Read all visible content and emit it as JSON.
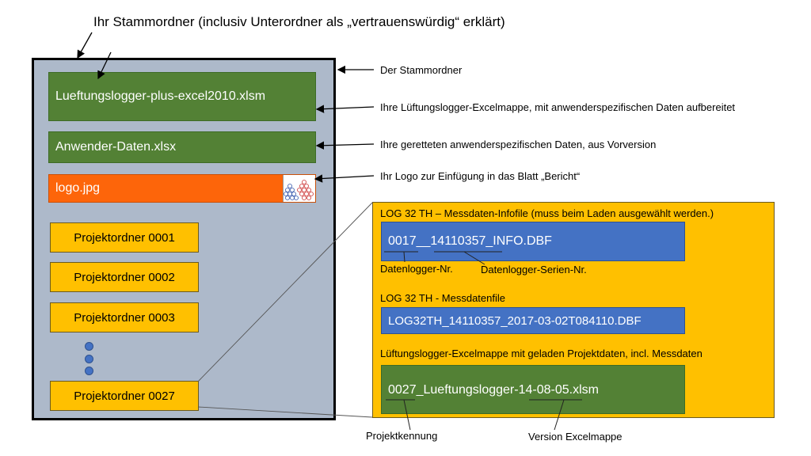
{
  "title": "Ihr Stammordner (inclusiv Unterordner als „vertrauenswürdig“ erklärt)",
  "files": {
    "excel": "Lueftungslogger-plus-excel2010.xlsm",
    "userdata": "Anwender-Daten.xlsx",
    "logo": "logo.jpg"
  },
  "projects": [
    "Projektordner  0001",
    "Projektordner  0002",
    "Projektordner  0003",
    "Projektordner  0027"
  ],
  "annotations": {
    "root": "Der Stammordner",
    "excel": "Ihre Lüftungslogger-Excelmappe, mit anwenderspezifischen Daten aufbereitet",
    "userdata": "Ihre geretteten anwenderspezifischen Daten, aus Vorversion",
    "logo": "Ihr Logo zur Einfügung in das Blatt „Bericht“"
  },
  "detail": {
    "info_heading": "LOG 32 TH – Messdaten-Infofile (muss beim Laden ausgewählt werden.)",
    "info_file": "0017__14110357_INFO.DBF",
    "logger_nr": "Datenlogger-Nr.",
    "serial_nr": "Datenlogger-Serien-Nr.",
    "data_heading": "LOG 32 TH - Messdatenfile",
    "data_file": "LOG32TH_14110357_2017-03-02T084110.DBF",
    "excel_heading": "Lüftungslogger-Excelmappe mit geladen Projektdaten, incl. Messdaten",
    "excel_file": "0027_Lueftungslogger-14-08-05.xlsm"
  },
  "bottom": {
    "project_id": "Projektkennung",
    "version": "Version Excelmappe"
  },
  "colors": {
    "folder": "#adb9ca",
    "green": "#538135",
    "orange": "#fd650a",
    "blue": "#4472c4",
    "yellow": "#ffc000"
  }
}
